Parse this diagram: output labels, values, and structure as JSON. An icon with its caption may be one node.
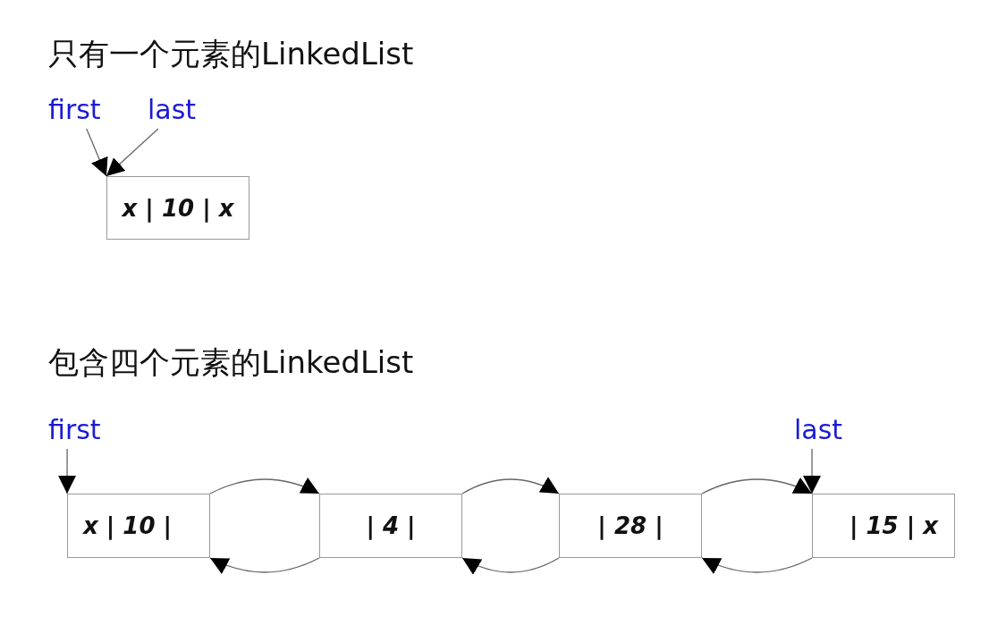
{
  "diagram": {
    "nodes": [
      {
        "text": [
          "first"
        ]
      },
      {
        "text": [
          "last"
        ]
      },
      {
        "text": [
          "x | 10 | x"
        ]
      },
      {
        "text": [
          "first"
        ]
      },
      {
        "text": [
          "x | 10 |"
        ]
      },
      {
        "text": [
          "| 4 |"
        ]
      },
      {
        "text": [
          "| 28 |"
        ]
      },
      {
        "text": [
          "| 15 | x"
        ]
      },
      {
        "text": [
          "last"
        ]
      }
    ],
    "edges": [
      {
        "from": 0,
        "to": 2,
        "arrow": "to"
      },
      {
        "from": 1,
        "to": 2,
        "arrow": "to"
      },
      {
        "from": 3,
        "to": 4,
        "arrow": "to"
      },
      {
        "from": 4,
        "to": 5,
        "arrow": "to"
      },
      {
        "from": 5,
        "to": 4,
        "arrow": "to"
      },
      {
        "from": 5,
        "to": 6,
        "arrow": "to"
      },
      {
        "from": 6,
        "to": 5,
        "arrow": "to"
      },
      {
        "from": 6,
        "to": 7,
        "arrow": "to"
      },
      {
        "from": 7,
        "to": 6,
        "arrow": "to"
      },
      {
        "from": 8,
        "to": 7,
        "arrow": "to"
      }
    ],
    "labels": [
      "只有一个元素的LinkedList",
      "包含四个元素的LinkedList"
    ]
  }
}
